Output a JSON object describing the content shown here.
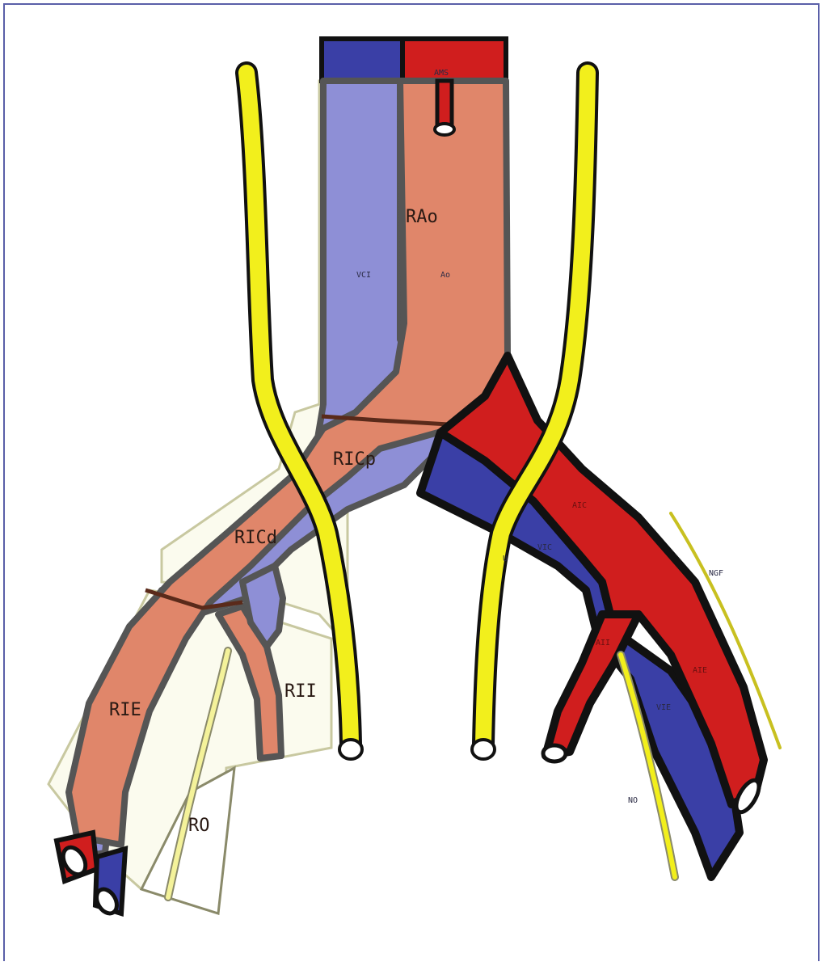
{
  "colors": {
    "artery": "#d01e1e",
    "vein": "#3a3fa6",
    "resected_artery": "#e0866a",
    "resected_vein": "#8e8fd6",
    "nerve": "#f2ef1c",
    "outline": "#111111",
    "border": "#5a5fa8"
  },
  "labels": {
    "rao": "RAo",
    "ams": "AMS",
    "vci": "VCI",
    "ao": "Ao",
    "ricp": "RICp",
    "ricd": "RICd",
    "rie": "RIE",
    "rii": "RII",
    "ro": "RO",
    "aic": "AIC",
    "vic": "VIC",
    "u": "U",
    "aii": "AII",
    "aie": "AIE",
    "vie": "VIE",
    "ngf": "NGF",
    "no": "NO"
  }
}
